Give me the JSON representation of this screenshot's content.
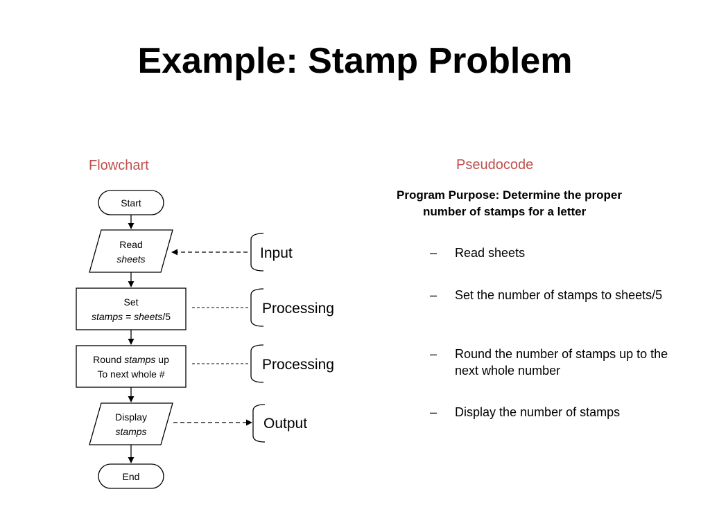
{
  "title": "Example: Stamp Problem",
  "flowchart": {
    "label": "Flowchart",
    "nodes": {
      "start": "Start",
      "read_line1": "Read",
      "read_line2": "sheets",
      "set_line1": "Set",
      "set_line2_italic": "stamps = sheets",
      "set_line2_rest": "/5",
      "round_line1_a": "Round ",
      "round_line1_italic": "stamps",
      "round_line1_b": " up",
      "round_line2": "To next whole #",
      "display_line1": "Display",
      "display_line2": "stamps",
      "end": "End"
    },
    "annotations": {
      "input": "Input",
      "processing_1": "Processing",
      "processing_2": "Processing",
      "output": "Output"
    }
  },
  "pseudocode": {
    "label": "Pseudocode",
    "purpose_line1": "Program Purpose: Determine the proper",
    "purpose_line2": "number of stamps for a letter",
    "dash": "–",
    "steps": [
      "Read sheets",
      "Set the number of stamps to sheets/5",
      "Round the number of stamps up to the next whole number",
      "Display the number of stamps"
    ]
  },
  "colors": {
    "accent": "#c0504d",
    "text": "#000000",
    "background": "#ffffff"
  }
}
